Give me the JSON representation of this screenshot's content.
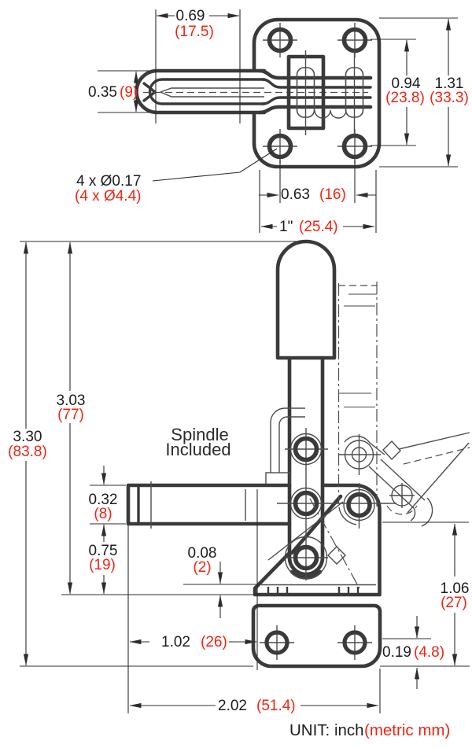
{
  "drawing": {
    "unit_label": "UNIT:  inch",
    "unit_metric": "(metric mm)",
    "notes": {
      "spindle_line1": "Spindle",
      "spindle_line2": "Included",
      "hole_callout_inch": "4 x Ø0.17",
      "hole_callout_metric": "(4 x Ø4.4)"
    },
    "top_view": {
      "dims": {
        "grip_length": {
          "in": "0.69",
          "mm": "(17.5)"
        },
        "handle_width": {
          "in": "0.35",
          "mm": "(9)"
        },
        "hole_spacing_vertical": {
          "in": "0.94",
          "mm": "(23.8)"
        },
        "plate_height": {
          "in": "1.31",
          "mm": "(33.3)"
        },
        "hole_spacing_horizontal": {
          "in": "0.63",
          "mm": "(16)"
        },
        "plate_width": {
          "in": "1\"",
          "mm": "(25.4)"
        }
      }
    },
    "front_view": {
      "dims": {
        "overall_height": {
          "in": "3.30",
          "mm": "(83.8)"
        },
        "handle_height": {
          "in": "3.03",
          "mm": "(77)"
        },
        "arm_thickness": {
          "in": "0.32",
          "mm": "(8)"
        },
        "arm_height": {
          "in": "0.75",
          "mm": "(19)"
        },
        "sheet_gap": {
          "in": "0.08",
          "mm": "(2)"
        },
        "arm_reach": {
          "in": "1.02",
          "mm": "(26)"
        },
        "base_height": {
          "in": "1.06",
          "mm": "(27)"
        },
        "hole_edge": {
          "in": "0.19",
          "mm": "(4.8)"
        },
        "overall_length": {
          "in": "2.02",
          "mm": "(51.4)"
        }
      }
    },
    "colors": {
      "line_ink": "#3a3a3a",
      "text_black": "#1d1d1d",
      "metric_red": "#f42312"
    }
  }
}
